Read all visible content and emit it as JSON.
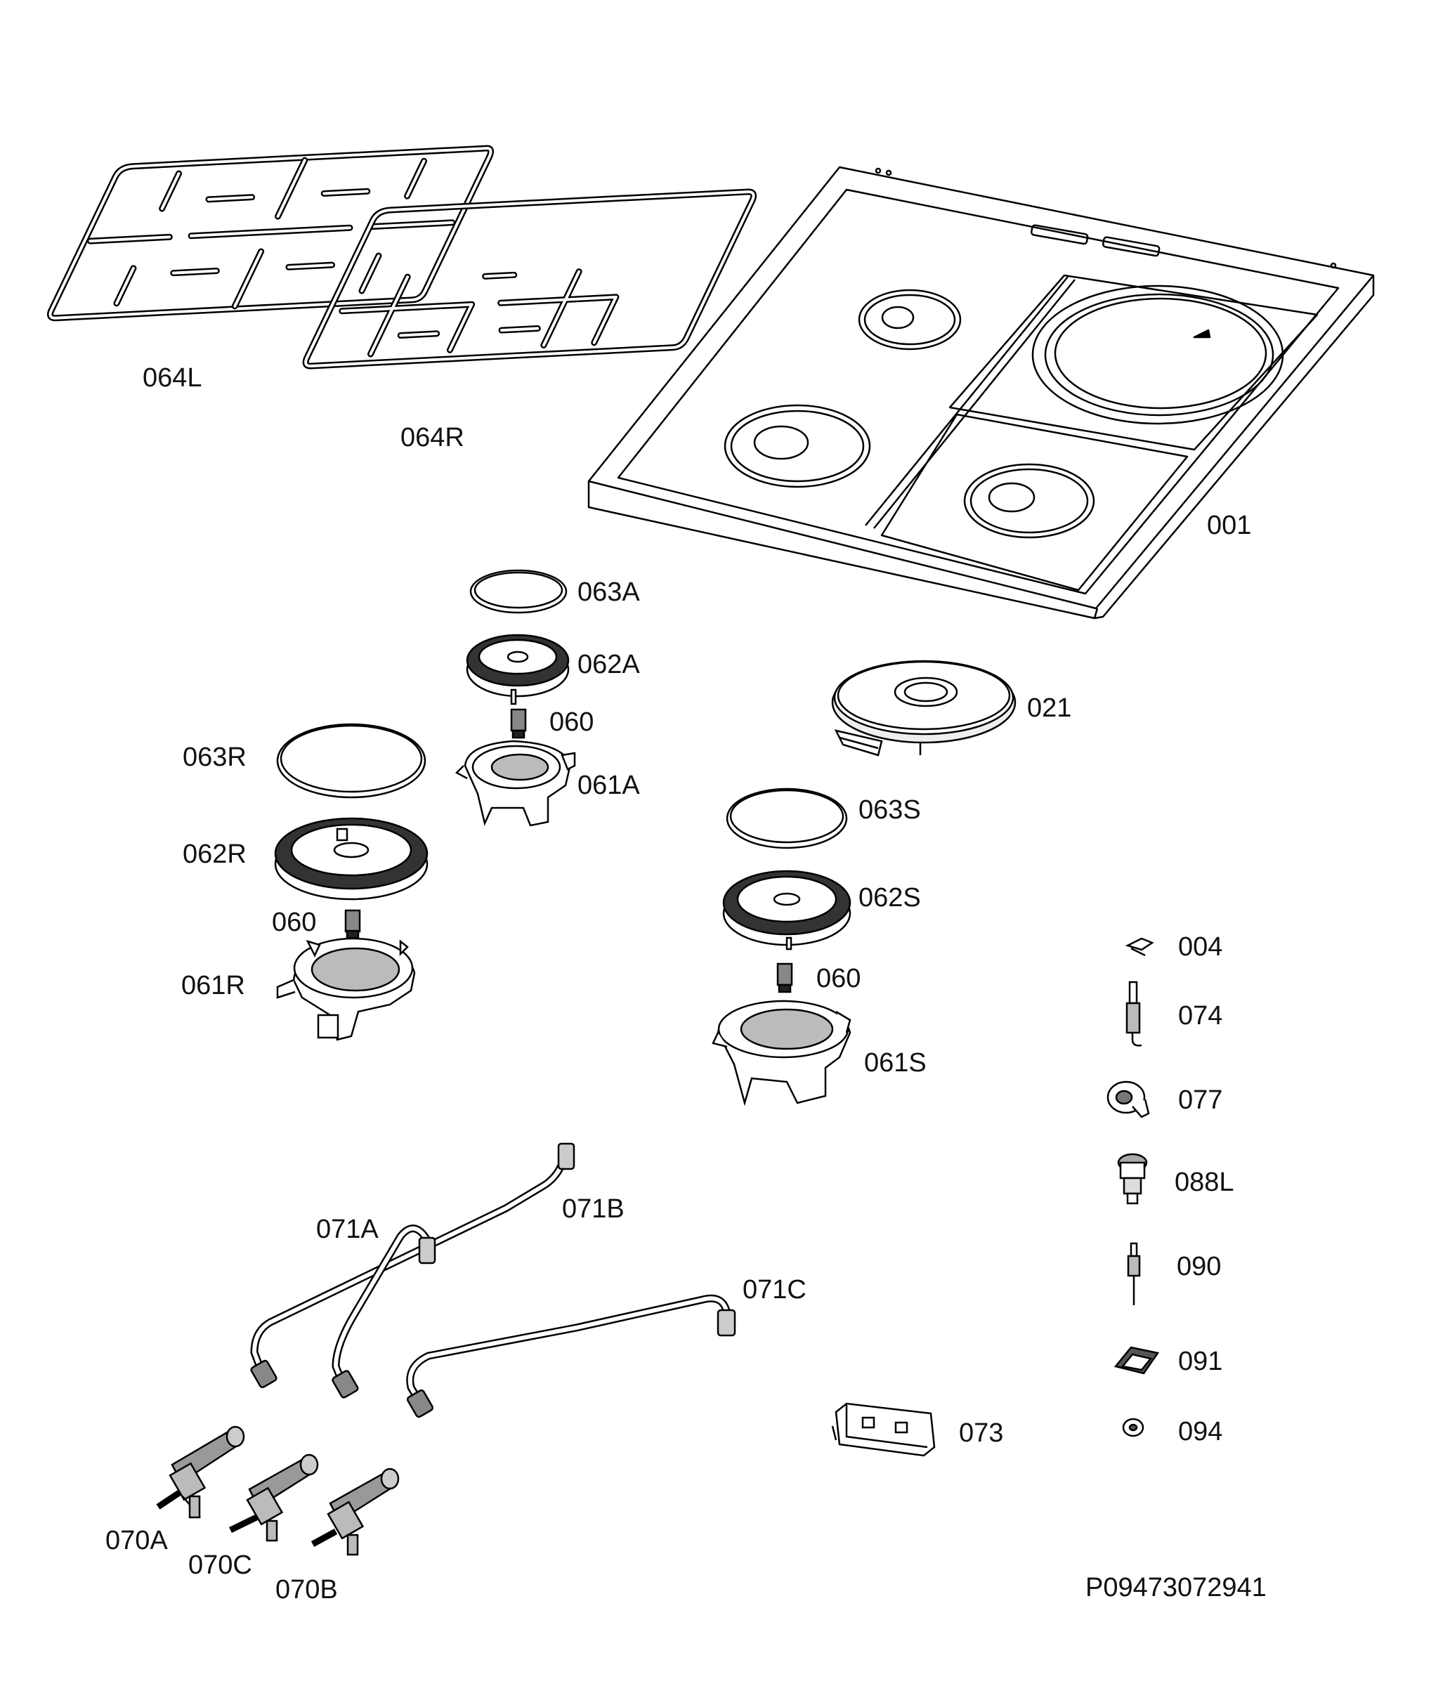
{
  "diagram": {
    "document_id": "P09473072941",
    "labels": {
      "p064L": "064L",
      "p064R": "064R",
      "p001": "001",
      "p063A": "063A",
      "p062A": "062A",
      "p060a": "060",
      "p061A": "061A",
      "p021": "021",
      "p063R": "063R",
      "p062R": "062R",
      "p060b": "060",
      "p061R": "061R",
      "p063S": "063S",
      "p062S": "062S",
      "p060c": "060",
      "p061S": "061S",
      "p004": "004",
      "p074": "074",
      "p077": "077",
      "p088L": "088L",
      "p090": "090",
      "p091": "091",
      "p094": "094",
      "p073": "073",
      "p071A": "071A",
      "p071B": "071B",
      "p071C": "071C",
      "p070A": "070A",
      "p070C": "070C",
      "p070B": "070B"
    }
  }
}
